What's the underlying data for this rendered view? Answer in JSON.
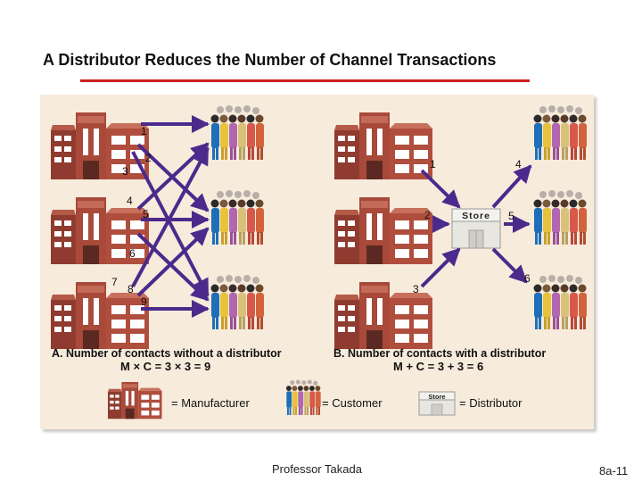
{
  "slide": {
    "title": "A Distributor Reduces the Number of Channel Transactions",
    "footer_center": "Professor Takada",
    "footer_right": "8a-11"
  },
  "panel_a": {
    "caption": "A. Number of contacts without a distributor",
    "formula": "M × C = 3 × 3 = 9",
    "labels": [
      "1",
      "2",
      "3",
      "4",
      "5",
      "6",
      "7",
      "8",
      "9"
    ]
  },
  "panel_b": {
    "caption": "B. Number of contacts with a distributor",
    "formula": "M + C = 3 + 3 = 6",
    "labels": [
      "1",
      "2",
      "3",
      "4",
      "5",
      "6"
    ],
    "store_label": "Store"
  },
  "legend": {
    "manufacturer": "= Manufacturer",
    "customer": "= Customer",
    "distributor": "= Distributor",
    "store_label": "Store"
  },
  "colors": {
    "arrow": "#4b2a8c",
    "rule": "#cc1f1f",
    "panel_bg": "#f7ebdc",
    "factory": "#a8493a"
  }
}
